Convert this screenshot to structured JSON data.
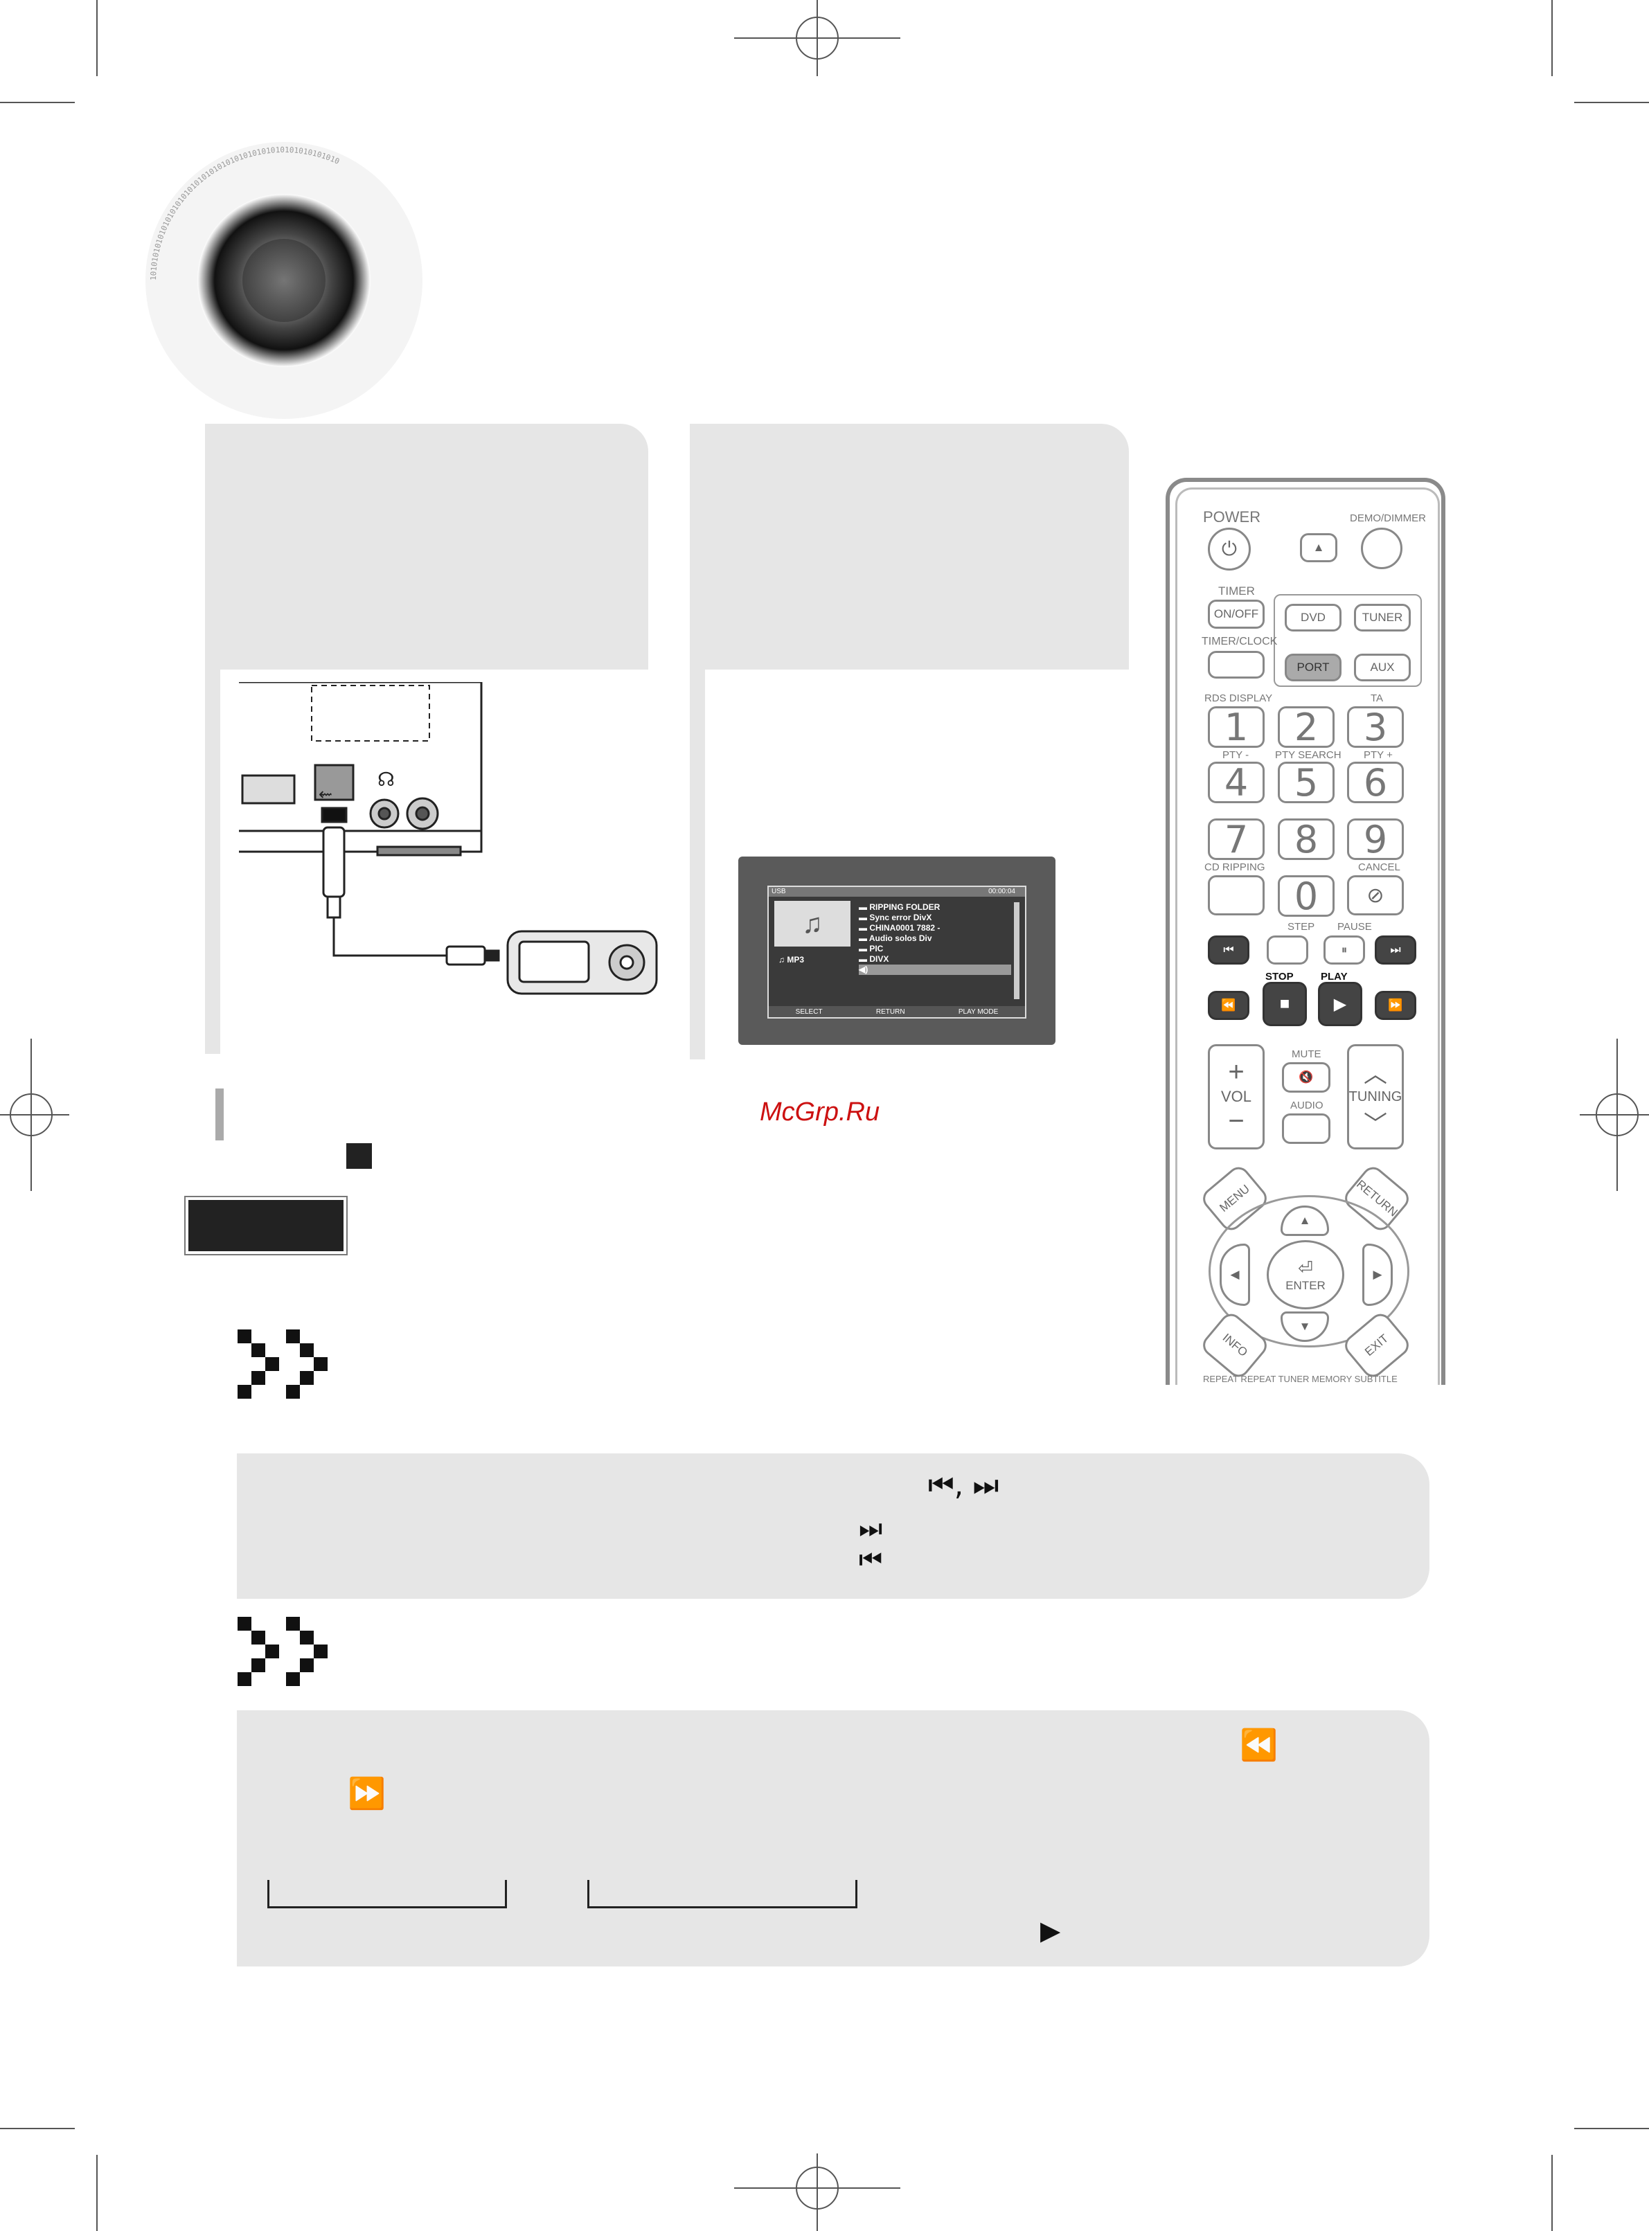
{
  "watermark": "McGrp.Ru",
  "binary_ring_text": "10101010101010101010101010101010101010101010101010101010",
  "remote": {
    "labels": {
      "power": "POWER",
      "demo_dimmer": "DEMO/DIMMER",
      "timer": "TIMER",
      "timer_onoff": "ON/OFF",
      "dvd": "DVD",
      "tuner": "TUNER",
      "timer_clock": "TIMER/CLOCK",
      "port": "PORT",
      "aux": "AUX",
      "rds_display": "RDS DISPLAY",
      "ta": "TA",
      "pty_minus": "PTY -",
      "pty_search": "PTY SEARCH",
      "pty_plus": "PTY +",
      "cd_ripping": "CD RIPPING",
      "cancel": "CANCEL",
      "step": "STEP",
      "pause": "PAUSE",
      "stop": "STOP",
      "play": "PLAY",
      "mute": "MUTE",
      "vol": "VOL",
      "audio": "AUDIO",
      "tuning": "TUNING",
      "menu": "MENU",
      "return": "RETURN",
      "enter": "ENTER",
      "info": "INFO",
      "exit": "EXIT",
      "bottom_labels": "REPEAT   REPEAT   TUNER MEMORY   SUBTITLE"
    },
    "digits": [
      "1",
      "2",
      "3",
      "4",
      "5",
      "6",
      "7",
      "8",
      "9",
      "0"
    ]
  },
  "tv_screen": {
    "header_left": "USB",
    "header_right": "00:00:04",
    "format_label": "MP3",
    "files": [
      "RIPPING FOLDER",
      "Sync error DivX",
      "CHINA0001 7882 -",
      "Audio solos Div",
      "PIC",
      "DIVX"
    ],
    "footer": [
      "SELECT",
      "RETURN",
      "PLAY MODE"
    ]
  },
  "symbols": {
    "skip_pair": "⏮, ⏭",
    "next": "⏭",
    "prev": "⏮",
    "rewind": "⏪",
    "ffwd": "⏩",
    "play": "▶"
  },
  "colors": {
    "panel_gray": "#e6e6e6",
    "remote_outline": "#8a8a8a",
    "watermark_red": "#cc1111"
  }
}
